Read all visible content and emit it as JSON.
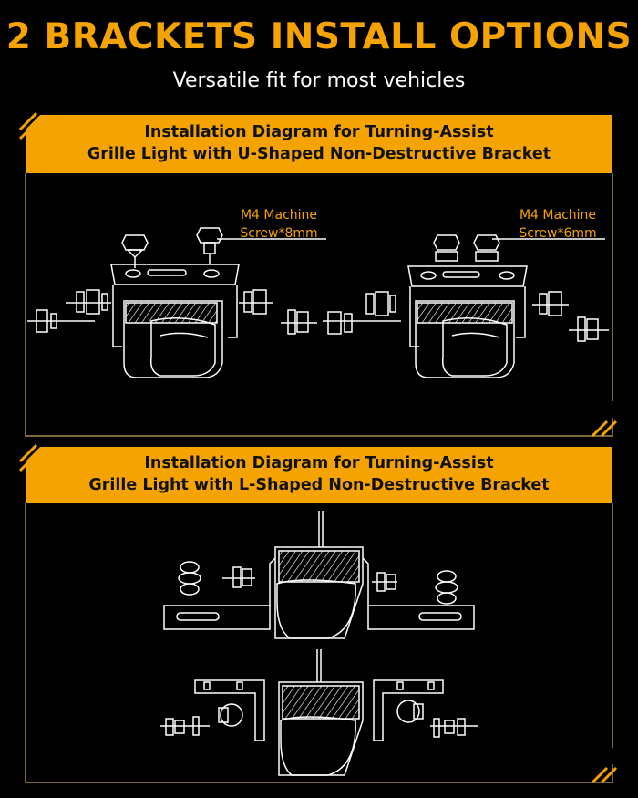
{
  "header": {
    "title": "2 BRACKETS INSTALL OPTIONS",
    "subtitle": "Versatile fit for most vehicles"
  },
  "panels": [
    {
      "line1": "Installation Diagram for Turning-Assist",
      "line2": "Grille Light with U-Shaped Non-Destructive Bracket",
      "labels": [
        {
          "line1": "M4 Machine",
          "line2": "Screw*8mm"
        },
        {
          "line1": "M4 Machine",
          "line2": "Screw*6mm"
        }
      ]
    },
    {
      "line1": "Installation Diagram for Turning-Assist",
      "line2": "Grille Light with L-Shaped Non-Destructive Bracket"
    }
  ],
  "colors": {
    "accent": "#f5a300",
    "background": "#000000",
    "frame": "#7a6a3a",
    "line_art": "#ffffff"
  }
}
